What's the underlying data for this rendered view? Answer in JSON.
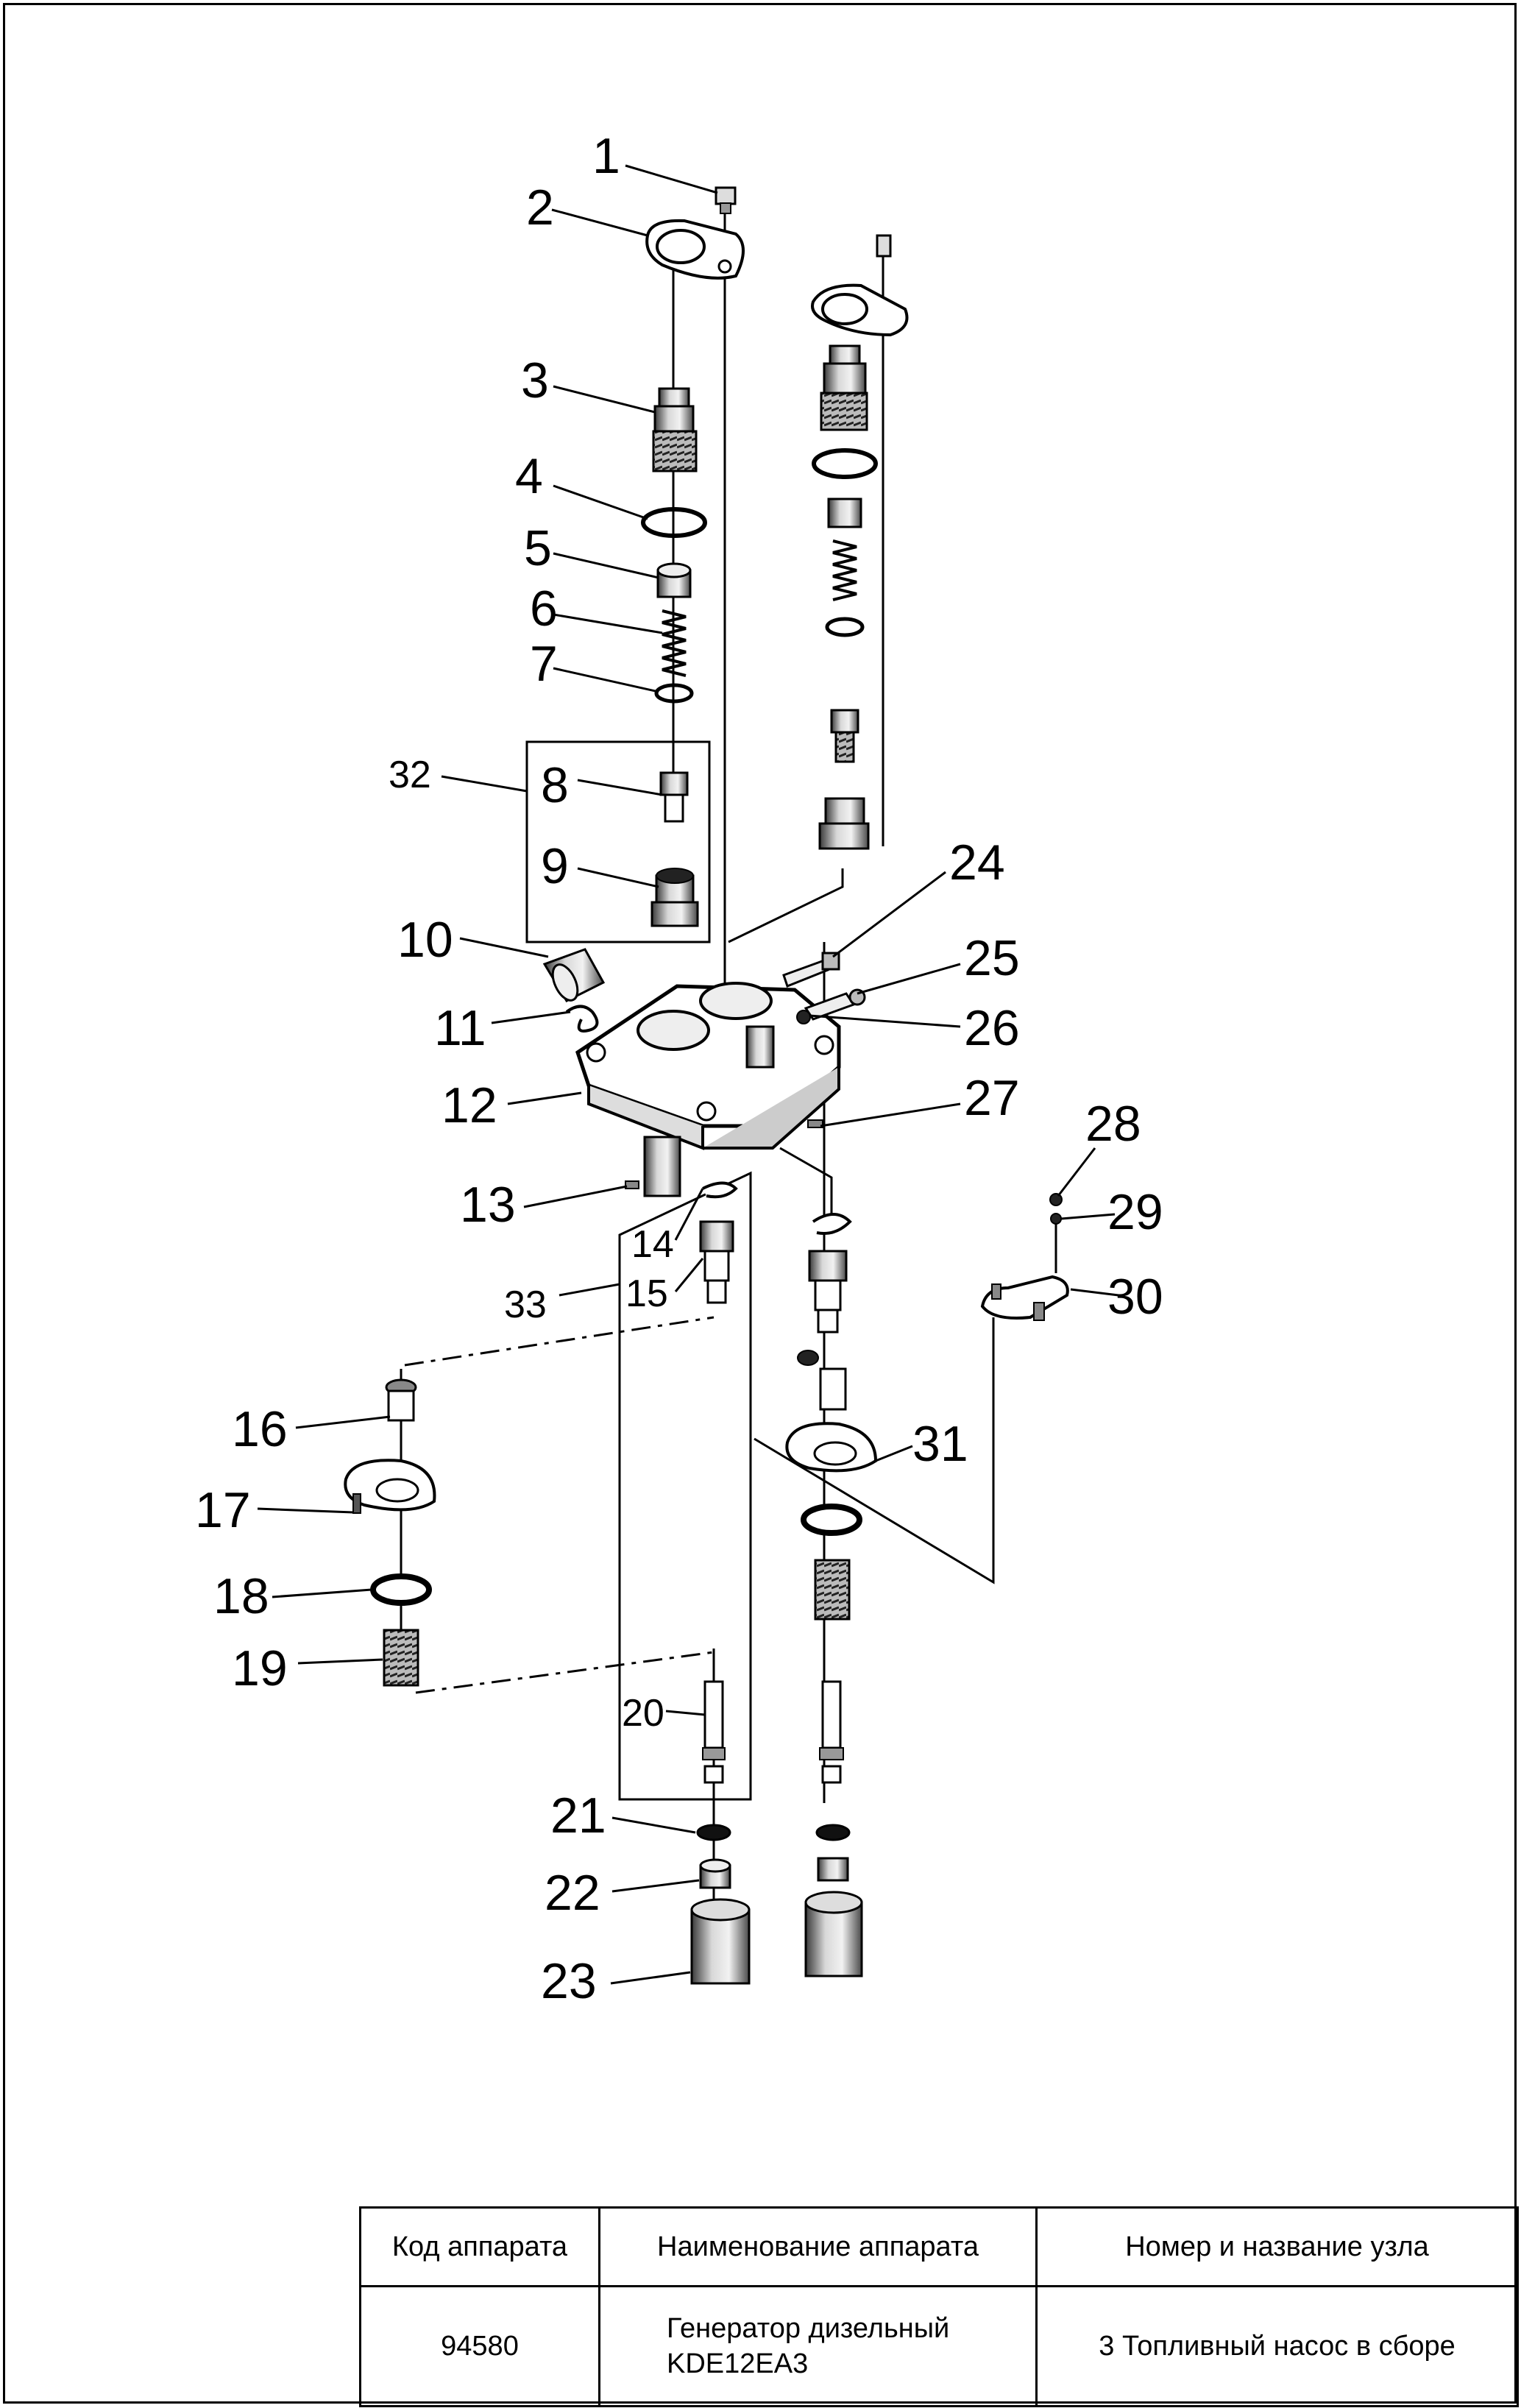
{
  "callouts": {
    "c1": "1",
    "c2": "2",
    "c3": "3",
    "c4": "4",
    "c5": "5",
    "c6": "6",
    "c7": "7",
    "c8": "8",
    "c9": "9",
    "c10": "10",
    "c11": "11",
    "c12": "12",
    "c13": "13",
    "c14": "14",
    "c15": "15",
    "c16": "16",
    "c17": "17",
    "c18": "18",
    "c19": "19",
    "c20": "20",
    "c21": "21",
    "c22": "22",
    "c23": "23",
    "c24": "24",
    "c25": "25",
    "c26": "26",
    "c27": "27",
    "c28": "28",
    "c29": "29",
    "c30": "30",
    "c31": "31",
    "c32": "32",
    "c33": "33"
  },
  "title_block": {
    "headers": {
      "code": "Код аппарата",
      "name": "Наименование аппарата",
      "assembly": "Номер и название узла"
    },
    "values": {
      "code": "94580",
      "name_line1": "Генератор дизельный",
      "name_line2": "KDE12EA3",
      "assembly": "3 Топливный насос в сборе"
    }
  }
}
